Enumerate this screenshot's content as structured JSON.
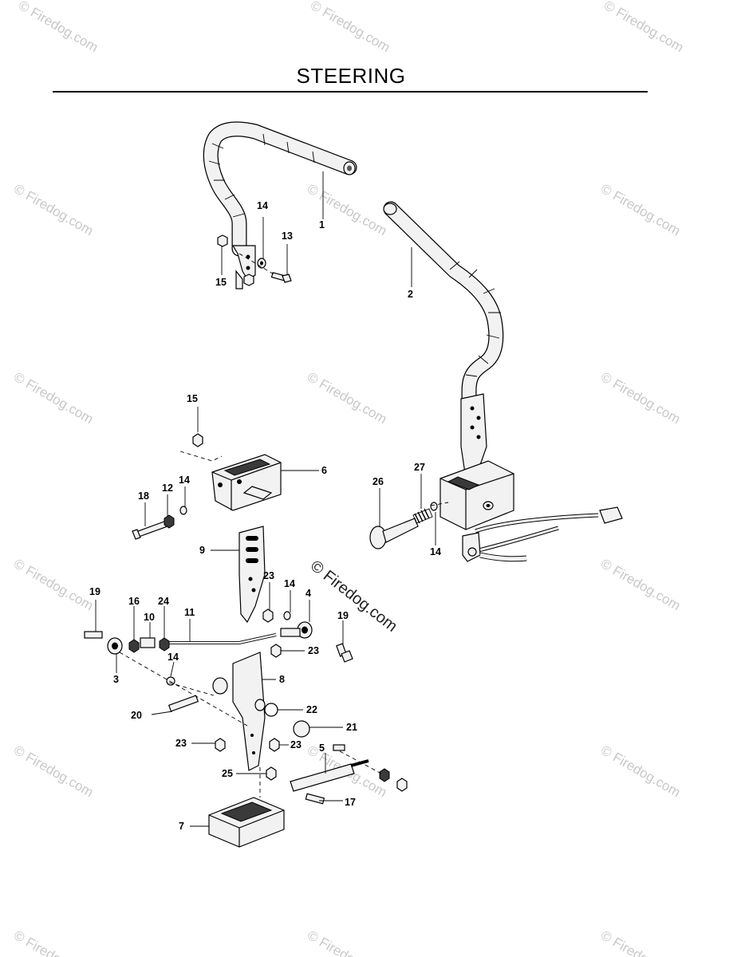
{
  "title": "STEERING",
  "watermark": "© Firedog.com",
  "callouts": {
    "c1": "1",
    "c2": "2",
    "c3": "3",
    "c4": "4",
    "c5": "5",
    "c6": "6",
    "c7": "7",
    "c8": "8",
    "c9": "9",
    "c10": "10",
    "c11": "11",
    "c12": "12",
    "c13": "13",
    "c14": "14",
    "c15": "15",
    "c16": "16",
    "c17": "17",
    "c18": "18",
    "c19": "19",
    "c20": "20",
    "c21": "21",
    "c22": "22",
    "c23": "23",
    "c24": "24",
    "c25": "25",
    "c26": "26",
    "c27": "27"
  }
}
